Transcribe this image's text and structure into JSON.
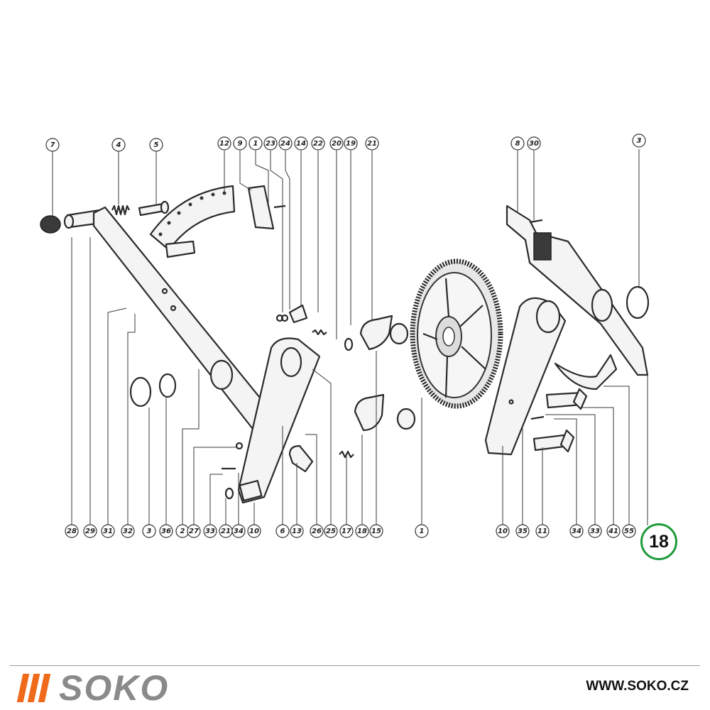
{
  "diagram": {
    "callouts_top": [
      "7",
      "4",
      "5",
      "12",
      "9",
      "1",
      "23",
      "24",
      "14",
      "22",
      "20",
      "19",
      "21",
      "8",
      "30",
      "3"
    ],
    "callouts_bottom": [
      "28",
      "29",
      "31",
      "32",
      "3",
      "36",
      "2",
      "27",
      "33",
      "21",
      "34",
      "10",
      "6",
      "13",
      "26",
      "25",
      "17",
      "18",
      "15",
      "1",
      "10",
      "35",
      "11",
      "34",
      "33",
      "41",
      "55"
    ],
    "page_number": "18"
  },
  "brand": {
    "name": "SOKO",
    "url": "WWW.SOKO.CZ",
    "accent_color": "#ef6a1a",
    "text_color": "#8a8a8a",
    "badge_color": "#1e9a3c"
  }
}
